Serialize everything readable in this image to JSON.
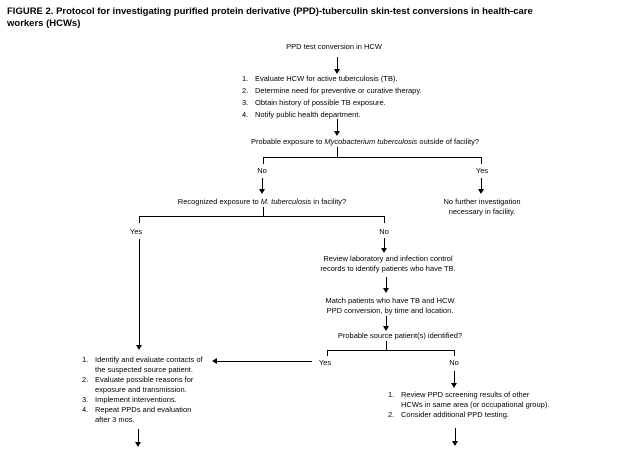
{
  "figure": {
    "title": "FIGURE 2. Protocol for investigating purified protein derivative (PPD)-tuberculin skin-test conversions in health-care\nworkers (HCWs)"
  },
  "labels": {
    "yes": "Yes",
    "no": "No"
  },
  "nodes": {
    "root": "PPD test conversion in HCW",
    "q_outside_pre": "Probable exposure to ",
    "q_outside_italic": "Mycobacterium tuberculosis",
    "q_outside_post": " outside of facility?",
    "no_further": "No further investigation\nnecessary in facility.",
    "q_facility_pre": "Recognized exposure to ",
    "q_facility_italic": "M. tuberculosis",
    "q_facility_post": " in facility?",
    "review_records": "Review laboratory and infection control\nrecords to identify patients who have TB.",
    "match_patients": "Match patients who have TB and HCW\nPPD conversion, by time and location.",
    "q_source": "Probable source patient(s) identified?"
  },
  "lists": {
    "initial": {
      "items": [
        {
          "num": "1.",
          "text": "Evaluate HCW for active tuberculosis (TB)."
        },
        {
          "num": "2.",
          "text": "Determine need for preventive or curative therapy."
        },
        {
          "num": "3.",
          "text": "Obtain history of possible TB exposure."
        },
        {
          "num": "4.",
          "text": "Notify public health department."
        }
      ]
    },
    "source_identified": {
      "items": [
        {
          "num": "1.",
          "text": "Identify and evaluate contacts of\nthe suspected source patient."
        },
        {
          "num": "2.",
          "text": "Evaluate possible reasons for\nexposure and transmission."
        },
        {
          "num": "3.",
          "text": "Implement interventions."
        },
        {
          "num": "4.",
          "text": "Repeat PPDs and evaluation\nafter 3 mos."
        }
      ]
    },
    "source_not_identified": {
      "items": [
        {
          "num": "1.",
          "text": "Review PPD screening results of other\nHCWs in same area (or occupational group)."
        },
        {
          "num": "2.",
          "text": "Consider additional PPD testing."
        }
      ]
    }
  }
}
